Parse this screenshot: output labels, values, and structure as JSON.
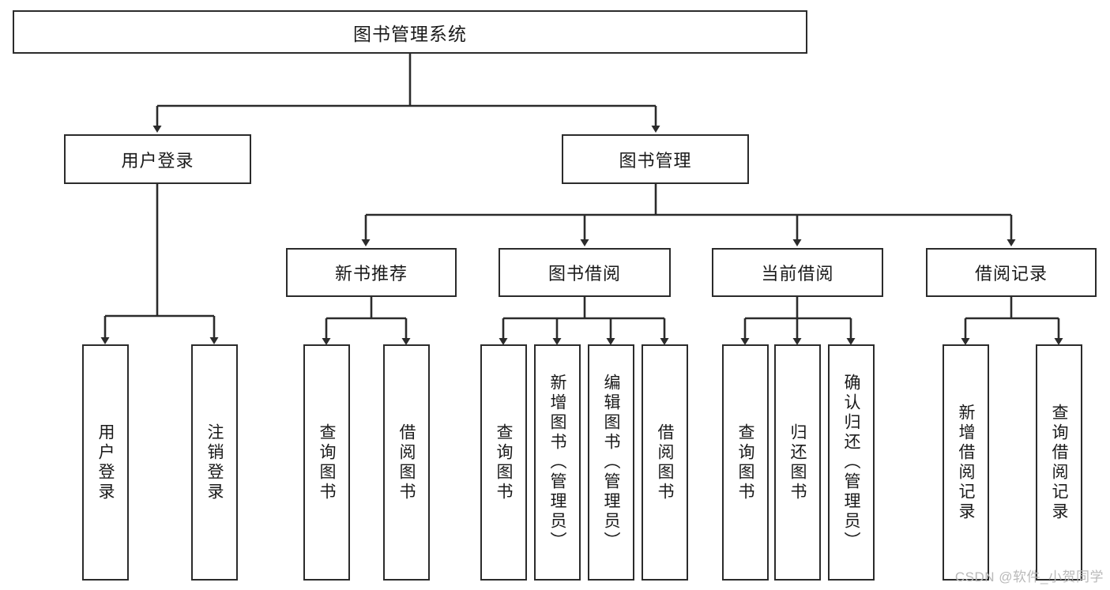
{
  "diagram": {
    "title": "图书管理系统",
    "type": "tree-hierarchy",
    "root": {
      "label": "图书管理系统"
    },
    "level2": [
      {
        "id": "user-login",
        "label": "用户登录"
      },
      {
        "id": "book-management",
        "label": "图书管理"
      }
    ],
    "level3": [
      {
        "id": "new-book-recommend",
        "label": "新书推荐",
        "parent": "book-management"
      },
      {
        "id": "book-borrow",
        "label": "图书借阅",
        "parent": "book-management"
      },
      {
        "id": "current-borrow",
        "label": "当前借阅",
        "parent": "book-management"
      },
      {
        "id": "borrow-record",
        "label": "借阅记录",
        "parent": "book-management"
      }
    ],
    "leaves": [
      {
        "id": "leaf-user-login",
        "label": "用户登录",
        "parent": "user-login"
      },
      {
        "id": "leaf-logout-login",
        "label": "注销登录",
        "parent": "user-login"
      },
      {
        "id": "leaf-query-book-1",
        "label": "查询图书",
        "parent": "new-book-recommend"
      },
      {
        "id": "leaf-borrow-book-1",
        "label": "借阅图书",
        "parent": "new-book-recommend"
      },
      {
        "id": "leaf-query-book-2",
        "label": "查询图书",
        "parent": "book-borrow"
      },
      {
        "id": "leaf-add-book",
        "label": "新增图书（管理员）",
        "parent": "book-borrow"
      },
      {
        "id": "leaf-edit-book",
        "label": "编辑图书（管理员）",
        "parent": "book-borrow"
      },
      {
        "id": "leaf-borrow-book-2",
        "label": "借阅图书",
        "parent": "book-borrow"
      },
      {
        "id": "leaf-query-book-3",
        "label": "查询图书",
        "parent": "current-borrow"
      },
      {
        "id": "leaf-return-book",
        "label": "归还图书",
        "parent": "current-borrow"
      },
      {
        "id": "leaf-confirm-return",
        "label": "确认归还（管理员）",
        "parent": "current-borrow"
      },
      {
        "id": "leaf-add-borrow-record",
        "label": "新增借阅记录",
        "parent": "borrow-record"
      },
      {
        "id": "leaf-query-borrow-record",
        "label": "查询借阅记录",
        "parent": "borrow-record"
      }
    ],
    "colors": {
      "stroke": "#2b2b2b",
      "fill": "#ffffff",
      "text": "#1a1a1a",
      "watermark": "#b9b9b9"
    }
  },
  "watermark": {
    "text": "CSDN @软件_小贺同学"
  }
}
